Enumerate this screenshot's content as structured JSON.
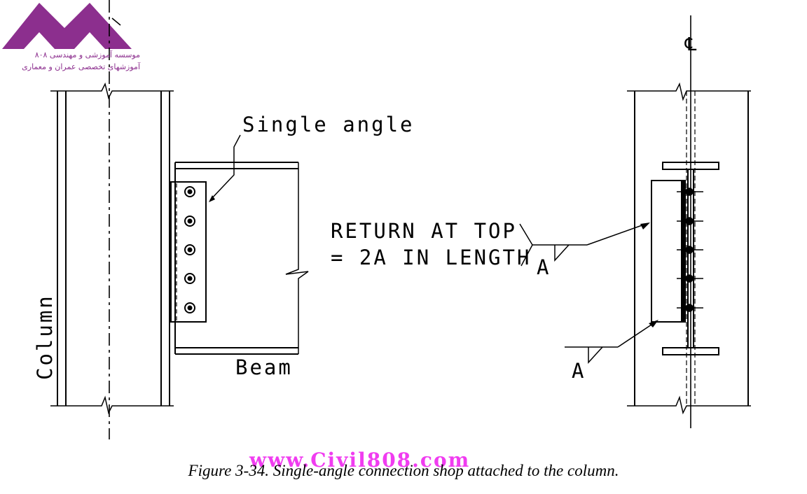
{
  "logo": {
    "line1": "موسسه آموزشی و مهندسی ۸۰۸",
    "line2": "آموزشهای تخصصی عمران و معماری",
    "brand_color": "#8c2f8e"
  },
  "labels": {
    "single_angle": "Single angle",
    "return_line1": "RETURN AT TOP",
    "return_line2": "= 2A IN LENGTH",
    "weld_a_upper": "A",
    "weld_a_lower": "A",
    "beam": "Beam",
    "column": "Column",
    "centerline": "℄"
  },
  "watermark": {
    "text": "www.Civil808.com",
    "color": "#f03cf0"
  },
  "caption": "Figure 3-34.  Single-angle connection shop attached to the column."
}
